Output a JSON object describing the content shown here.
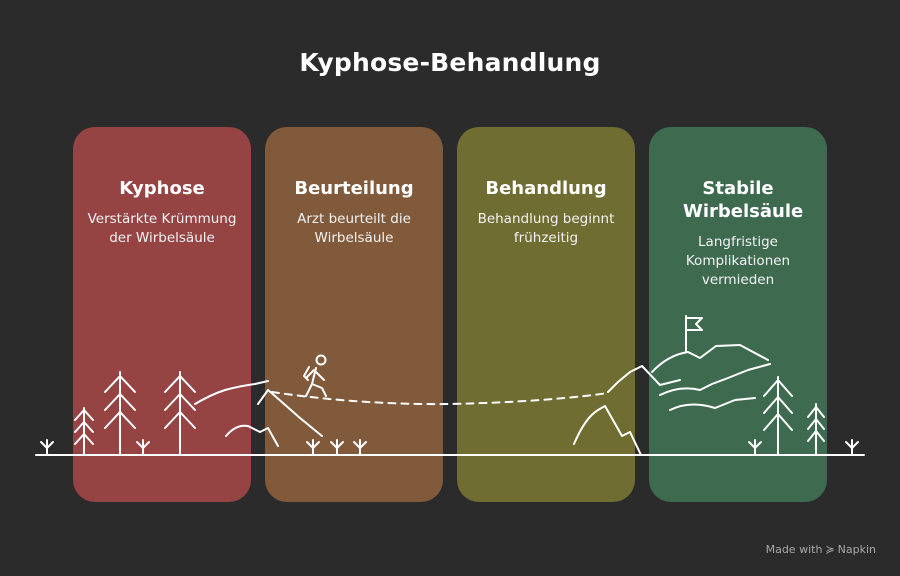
{
  "title": "Kyphose-Behandlung",
  "steps": [
    {
      "title": "Kyphose",
      "description": "Verstärkte Krümmung der Wirbelsäule",
      "color": "#964443"
    },
    {
      "title": "Beurteilung",
      "description": "Arzt beurteilt die Wirbelsäule",
      "color": "#815a3c"
    },
    {
      "title": "Behandlung",
      "description": "Behandlung beginnt frühzeitig",
      "color": "#6f6d31"
    },
    {
      "title": "Stabile Wirbelsäule",
      "description": "Langfristige Komplikationen vermieden",
      "color": "#3e6b50"
    }
  ],
  "footer": {
    "prefix": "Made with",
    "brand": "Napkin"
  },
  "colors": {
    "background": "#2b2b2b",
    "line_art": "#ffffff"
  }
}
